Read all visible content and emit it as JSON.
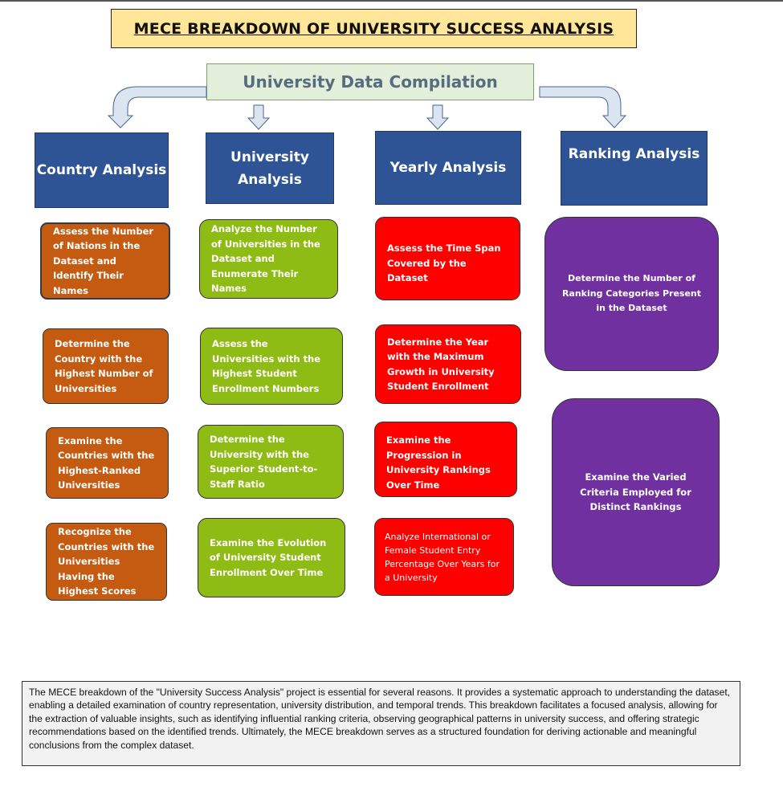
{
  "title": "MECE BREAKDOWN OF UNIVERSITY SUCCESS ANALYSIS",
  "root": "University Data Compilation",
  "columns": [
    {
      "header": "Country Analysis",
      "items": [
        "Assess the Number of Nations in the Dataset and Identify Their Names",
        "Determine the Country with the Highest Number of Universities",
        "Examine the Countries with the Highest-Ranked Universities",
        "Recognize the Countries with the Universities Having the Highest Scores"
      ]
    },
    {
      "header": "University Analysis",
      "items": [
        "Analyze the Number of Universities in the Dataset and Enumerate Their Names",
        "Assess the Universities with the Highest Student Enrollment Numbers",
        "Determine the University with the Superior Student-to-Staff Ratio",
        "Examine the Evolution of University Student Enrollment Over Time"
      ]
    },
    {
      "header": "Yearly Analysis",
      "items": [
        "Assess the Time Span Covered by the Dataset",
        "Determine the Year with the Maximum Growth in University Student Enrollment",
        "Examine the Progression in University Rankings Over Time",
        "Analyze International or Female Student Entry Percentage Over Years for a University"
      ]
    },
    {
      "header": "Ranking Analysis",
      "items": [
        "Determine the Number of Ranking Categories Present in the Dataset",
        "Examine the Varied Criteria Employed for Distinct Rankings"
      ]
    }
  ],
  "colors": {
    "header": "#2f5496",
    "country": "#c55a11",
    "university": "#8fbc14",
    "yearly": "#ff0000",
    "ranking": "#7030a0",
    "title_bg": "#ffe699",
    "root_bg": "#e2efda"
  },
  "note": "The MECE breakdown of the \"University Success Analysis\" project is essential for several reasons. It provides a systematic approach to understanding the dataset, enabling a detailed examination of country representation, university distribution, and temporal trends. This breakdown facilitates a focused analysis, allowing for the extraction of valuable insights, such as identifying influential ranking criteria, observing geographical patterns in university success, and offering strategic recommendations based on the identified trends. Ultimately, the MECE breakdown serves as a structured foundation for deriving actionable and meaningful conclusions from the complex dataset."
}
